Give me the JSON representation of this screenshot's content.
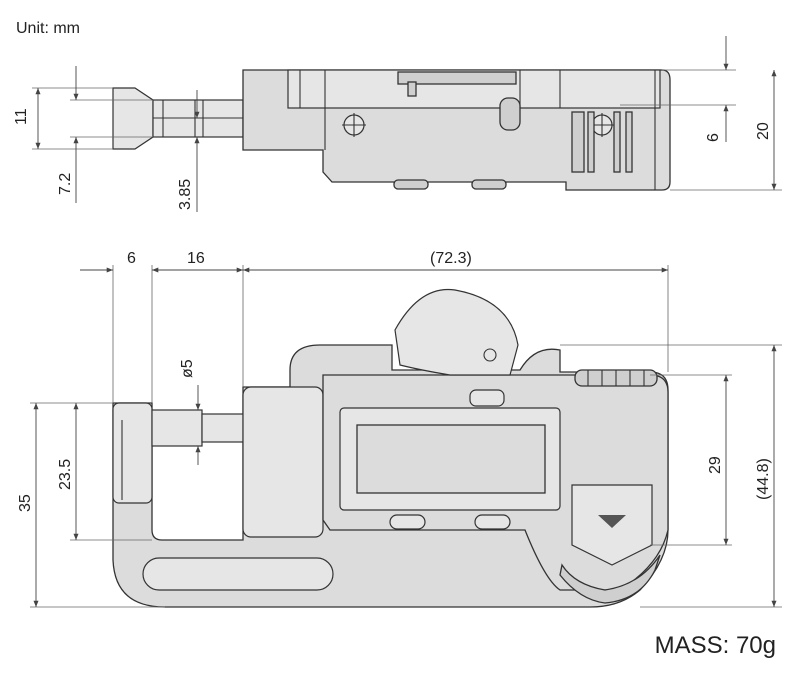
{
  "header": {
    "unit": "Unit: mm"
  },
  "footer": {
    "mass": "MASS: 70g"
  },
  "dimensions": {
    "side_view": {
      "height_11": "11",
      "offset_7_2": "7.2",
      "offset_3_85": "3.85",
      "depth_6": "6",
      "total_20": "20"
    },
    "front_view": {
      "width_6": "6",
      "width_16": "16",
      "length_72_3": "(72.3)",
      "diameter_5": "ø5",
      "height_23_5": "23.5",
      "height_35": "35",
      "height_29": "29",
      "height_44_8": "(44.8)"
    }
  },
  "colors": {
    "body": "#dcdcdc",
    "outline": "#333333",
    "dimension": "#444444"
  }
}
